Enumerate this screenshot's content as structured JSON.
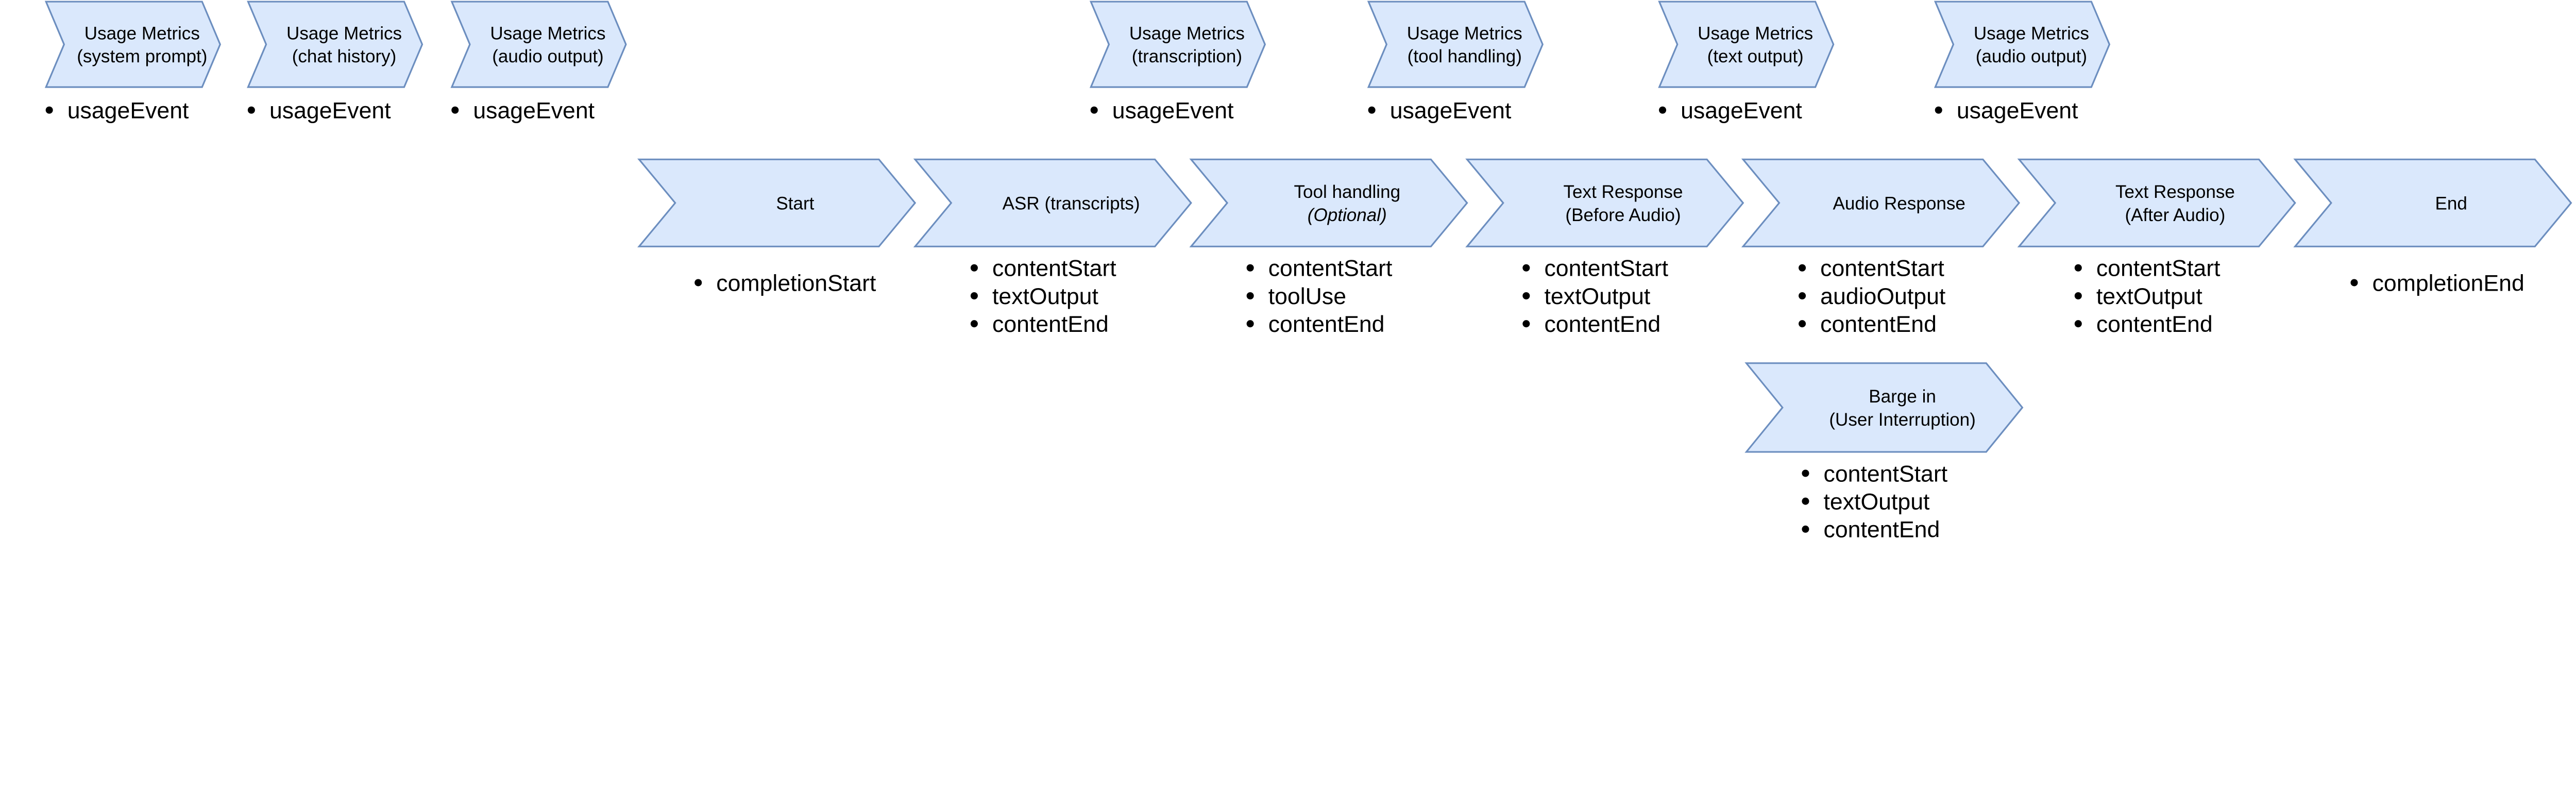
{
  "colors": {
    "fill": "#dae8fc",
    "stroke": "#6c8ebf",
    "text": "#000000"
  },
  "usage_metrics": [
    {
      "lines": [
        "Usage Metrics",
        "(system prompt)"
      ],
      "events": [
        "usageEvent"
      ]
    },
    {
      "lines": [
        "Usage Metrics",
        "(chat history)"
      ],
      "events": [
        "usageEvent"
      ]
    },
    {
      "lines": [
        "Usage Metrics",
        "(audio output)"
      ],
      "events": [
        "usageEvent"
      ]
    },
    {
      "lines": [
        "Usage Metrics",
        "(transcription)"
      ],
      "events": [
        "usageEvent"
      ]
    },
    {
      "lines": [
        "Usage Metrics",
        "(tool handling)"
      ],
      "events": [
        "usageEvent"
      ]
    },
    {
      "lines": [
        "Usage Metrics",
        "(text output)"
      ],
      "events": [
        "usageEvent"
      ]
    },
    {
      "lines": [
        "Usage Metrics",
        "(audio output)"
      ],
      "events": [
        "usageEvent"
      ]
    }
  ],
  "flow": [
    {
      "lines": [
        "Start"
      ],
      "events": [
        "completionStart"
      ]
    },
    {
      "lines": [
        "ASR (transcripts)"
      ],
      "events": [
        "contentStart",
        "textOutput",
        "contentEnd"
      ]
    },
    {
      "lines": [
        "Tool handling",
        "(Optional)"
      ],
      "italic_second_line": true,
      "events": [
        "contentStart",
        "toolUse",
        "contentEnd"
      ]
    },
    {
      "lines": [
        "Text Response",
        "(Before Audio)"
      ],
      "events": [
        "contentStart",
        "textOutput",
        "contentEnd"
      ]
    },
    {
      "lines": [
        "Audio Response"
      ],
      "events": [
        "contentStart",
        "audioOutput",
        "contentEnd"
      ]
    },
    {
      "lines": [
        "Text Response",
        "(After Audio)"
      ],
      "events": [
        "contentStart",
        "textOutput",
        "contentEnd"
      ]
    },
    {
      "lines": [
        "End"
      ],
      "events": [
        "completionEnd"
      ]
    }
  ],
  "barge_in": {
    "lines": [
      "Barge in",
      "(User Interruption)"
    ],
    "events": [
      "contentStart",
      "textOutput",
      "contentEnd"
    ]
  }
}
